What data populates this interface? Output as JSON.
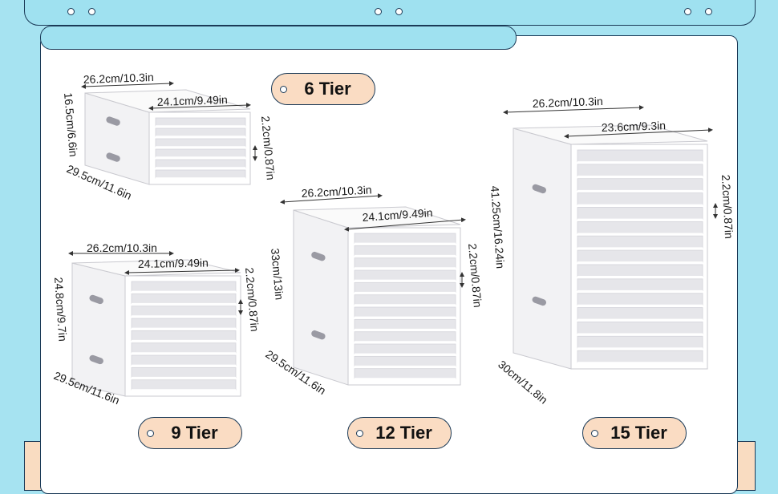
{
  "labels": {
    "six": "6 Tier",
    "nine": "9 Tier",
    "twelve": "12 Tier",
    "fifteen": "15 Tier"
  },
  "dims": {
    "six": {
      "width": "26.2cm/10.3in",
      "inner": "24.1cm/9.49in",
      "height": "16.5cm/6.6in",
      "depth": "29.5cm/11.6in",
      "gap": "2.2cm/0.87in"
    },
    "nine": {
      "width": "26.2cm/10.3in",
      "inner": "24.1cm/9.49in",
      "height": "24.8cm/9.7in",
      "depth": "29.5cm/11.6in",
      "gap": "2.2cm/0.87in"
    },
    "twelve": {
      "width": "26.2cm/10.3in",
      "inner": "24.1cm/9.49in",
      "height": "33cm/13in",
      "depth": "29.5cm/11.6in",
      "gap": "2.2cm/0.87in"
    },
    "fifteen": {
      "width": "26.2cm/10.3in",
      "inner": "23.6cm/9.3in",
      "height": "41.25cm/16.24in",
      "depth": "30cm/11.8in",
      "gap": "2.2cm/0.87in"
    }
  },
  "colors": {
    "background": "#a6e3f1",
    "panel": "#ffffff",
    "label_fill": "#fadcc3",
    "outline": "#1b3a57"
  }
}
